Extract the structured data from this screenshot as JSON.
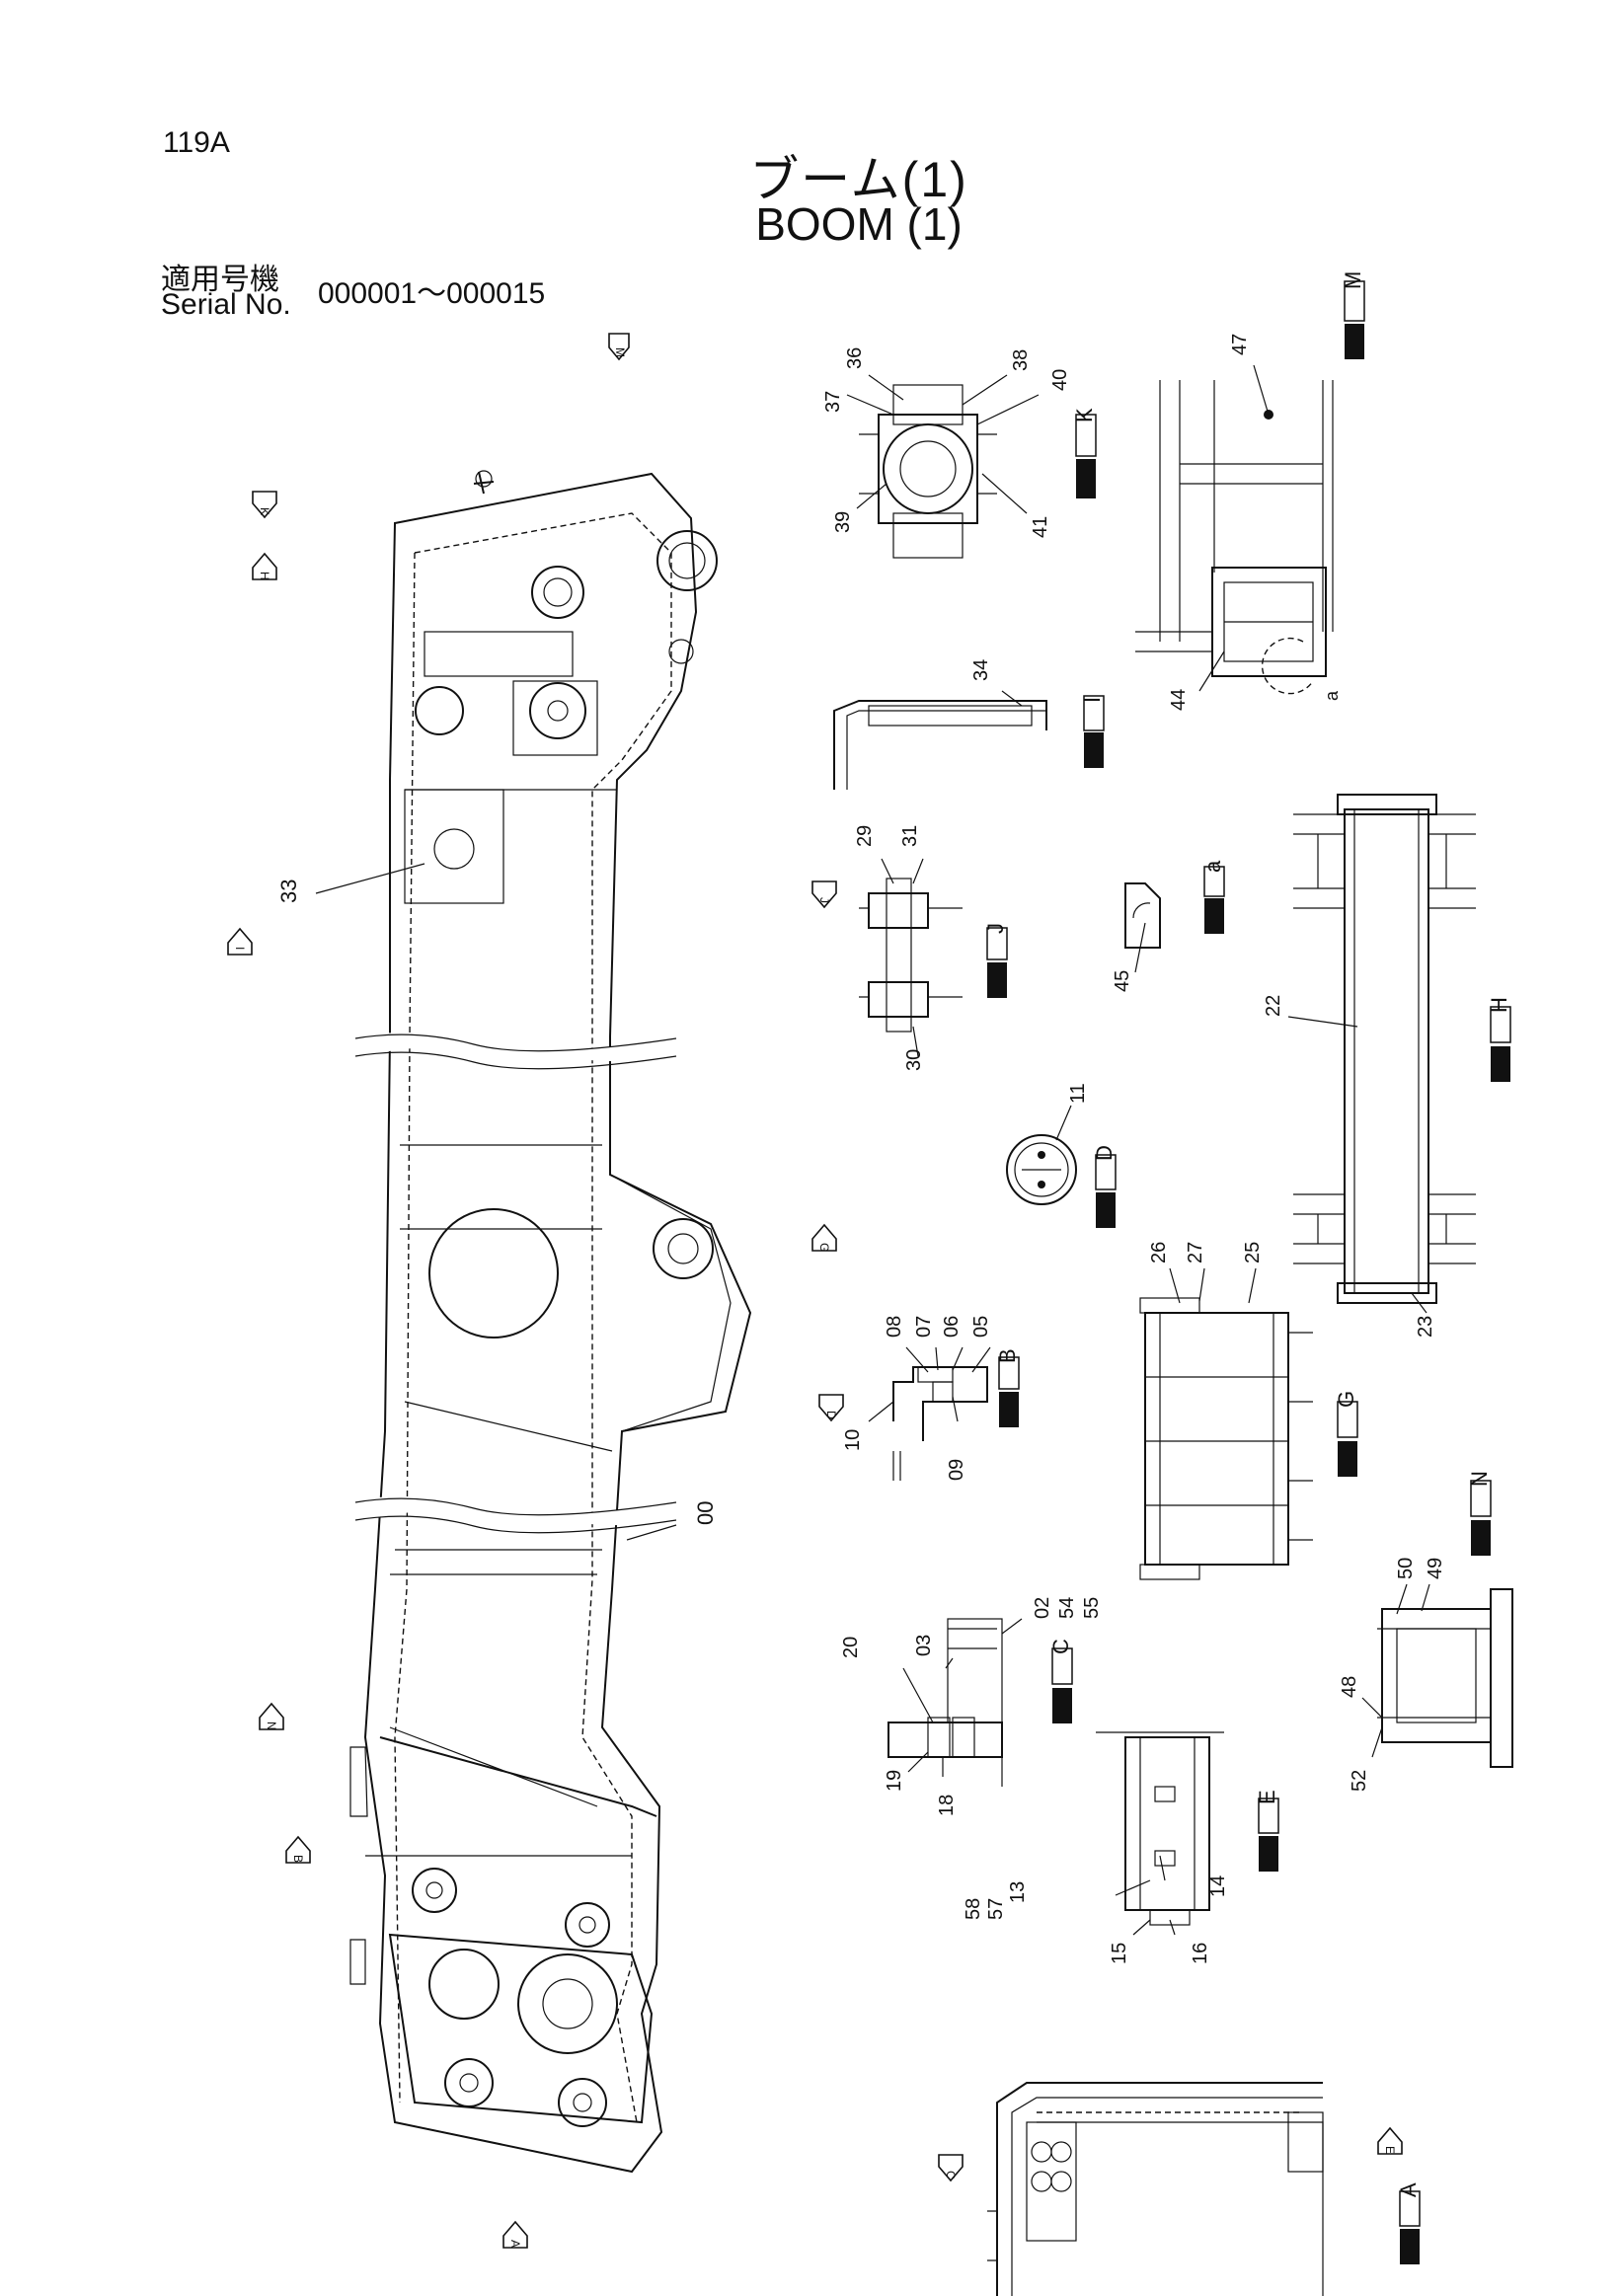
{
  "header": {
    "page": "119A",
    "title_jp": "ブーム(1)",
    "title_en": "BOOM (1)",
    "serial_label_jp": "適用号機",
    "serial_label_en": "Serial No.",
    "serial_range": "000001～000015"
  },
  "markers": {
    "m": "M",
    "k": "K",
    "h": "H",
    "i": "I",
    "n": "N",
    "b": "B",
    "a": "A",
    "j": "J",
    "g": "G",
    "d": "D",
    "c": "C",
    "e": "E"
  },
  "sections": {
    "k": {
      "letter": "K"
    },
    "m": {
      "letter": "M"
    },
    "i": {
      "letter": "I"
    },
    "j": {
      "letter": "J"
    },
    "a": {
      "letter": "a"
    },
    "h": {
      "letter": "H"
    },
    "d": {
      "letter": "D"
    },
    "g": {
      "letter": "G"
    },
    "b": {
      "letter": "B"
    },
    "n": {
      "letter": "N"
    },
    "c": {
      "letter": "C"
    },
    "e": {
      "letter": "E"
    },
    "view_a": {
      "letter": "A"
    }
  },
  "callouts": {
    "c00": "00",
    "c02": "02",
    "c03": "03",
    "c05": "05",
    "c06": "06",
    "c07": "07",
    "c08": "08",
    "c09": "09",
    "c10": "10",
    "c11": "11",
    "c13": "13",
    "c14": "14",
    "c15": "15",
    "c16": "16",
    "c18": "18",
    "c19": "19",
    "c20": "20",
    "c22": "22",
    "c23": "23",
    "c25": "25",
    "c26": "26",
    "c27": "27",
    "c29": "29",
    "c30": "30",
    "c31": "31",
    "c33": "33",
    "c34": "34",
    "c36": "36",
    "c37": "37",
    "c38": "38",
    "c39": "39",
    "c40": "40",
    "c41": "41",
    "c44": "44",
    "c45": "45",
    "c47": "47",
    "c48": "48",
    "c49": "49",
    "c50": "50",
    "c52": "52",
    "c54": "54",
    "c55": "55",
    "c57": "57",
    "c58": "58",
    "ca": "a"
  }
}
